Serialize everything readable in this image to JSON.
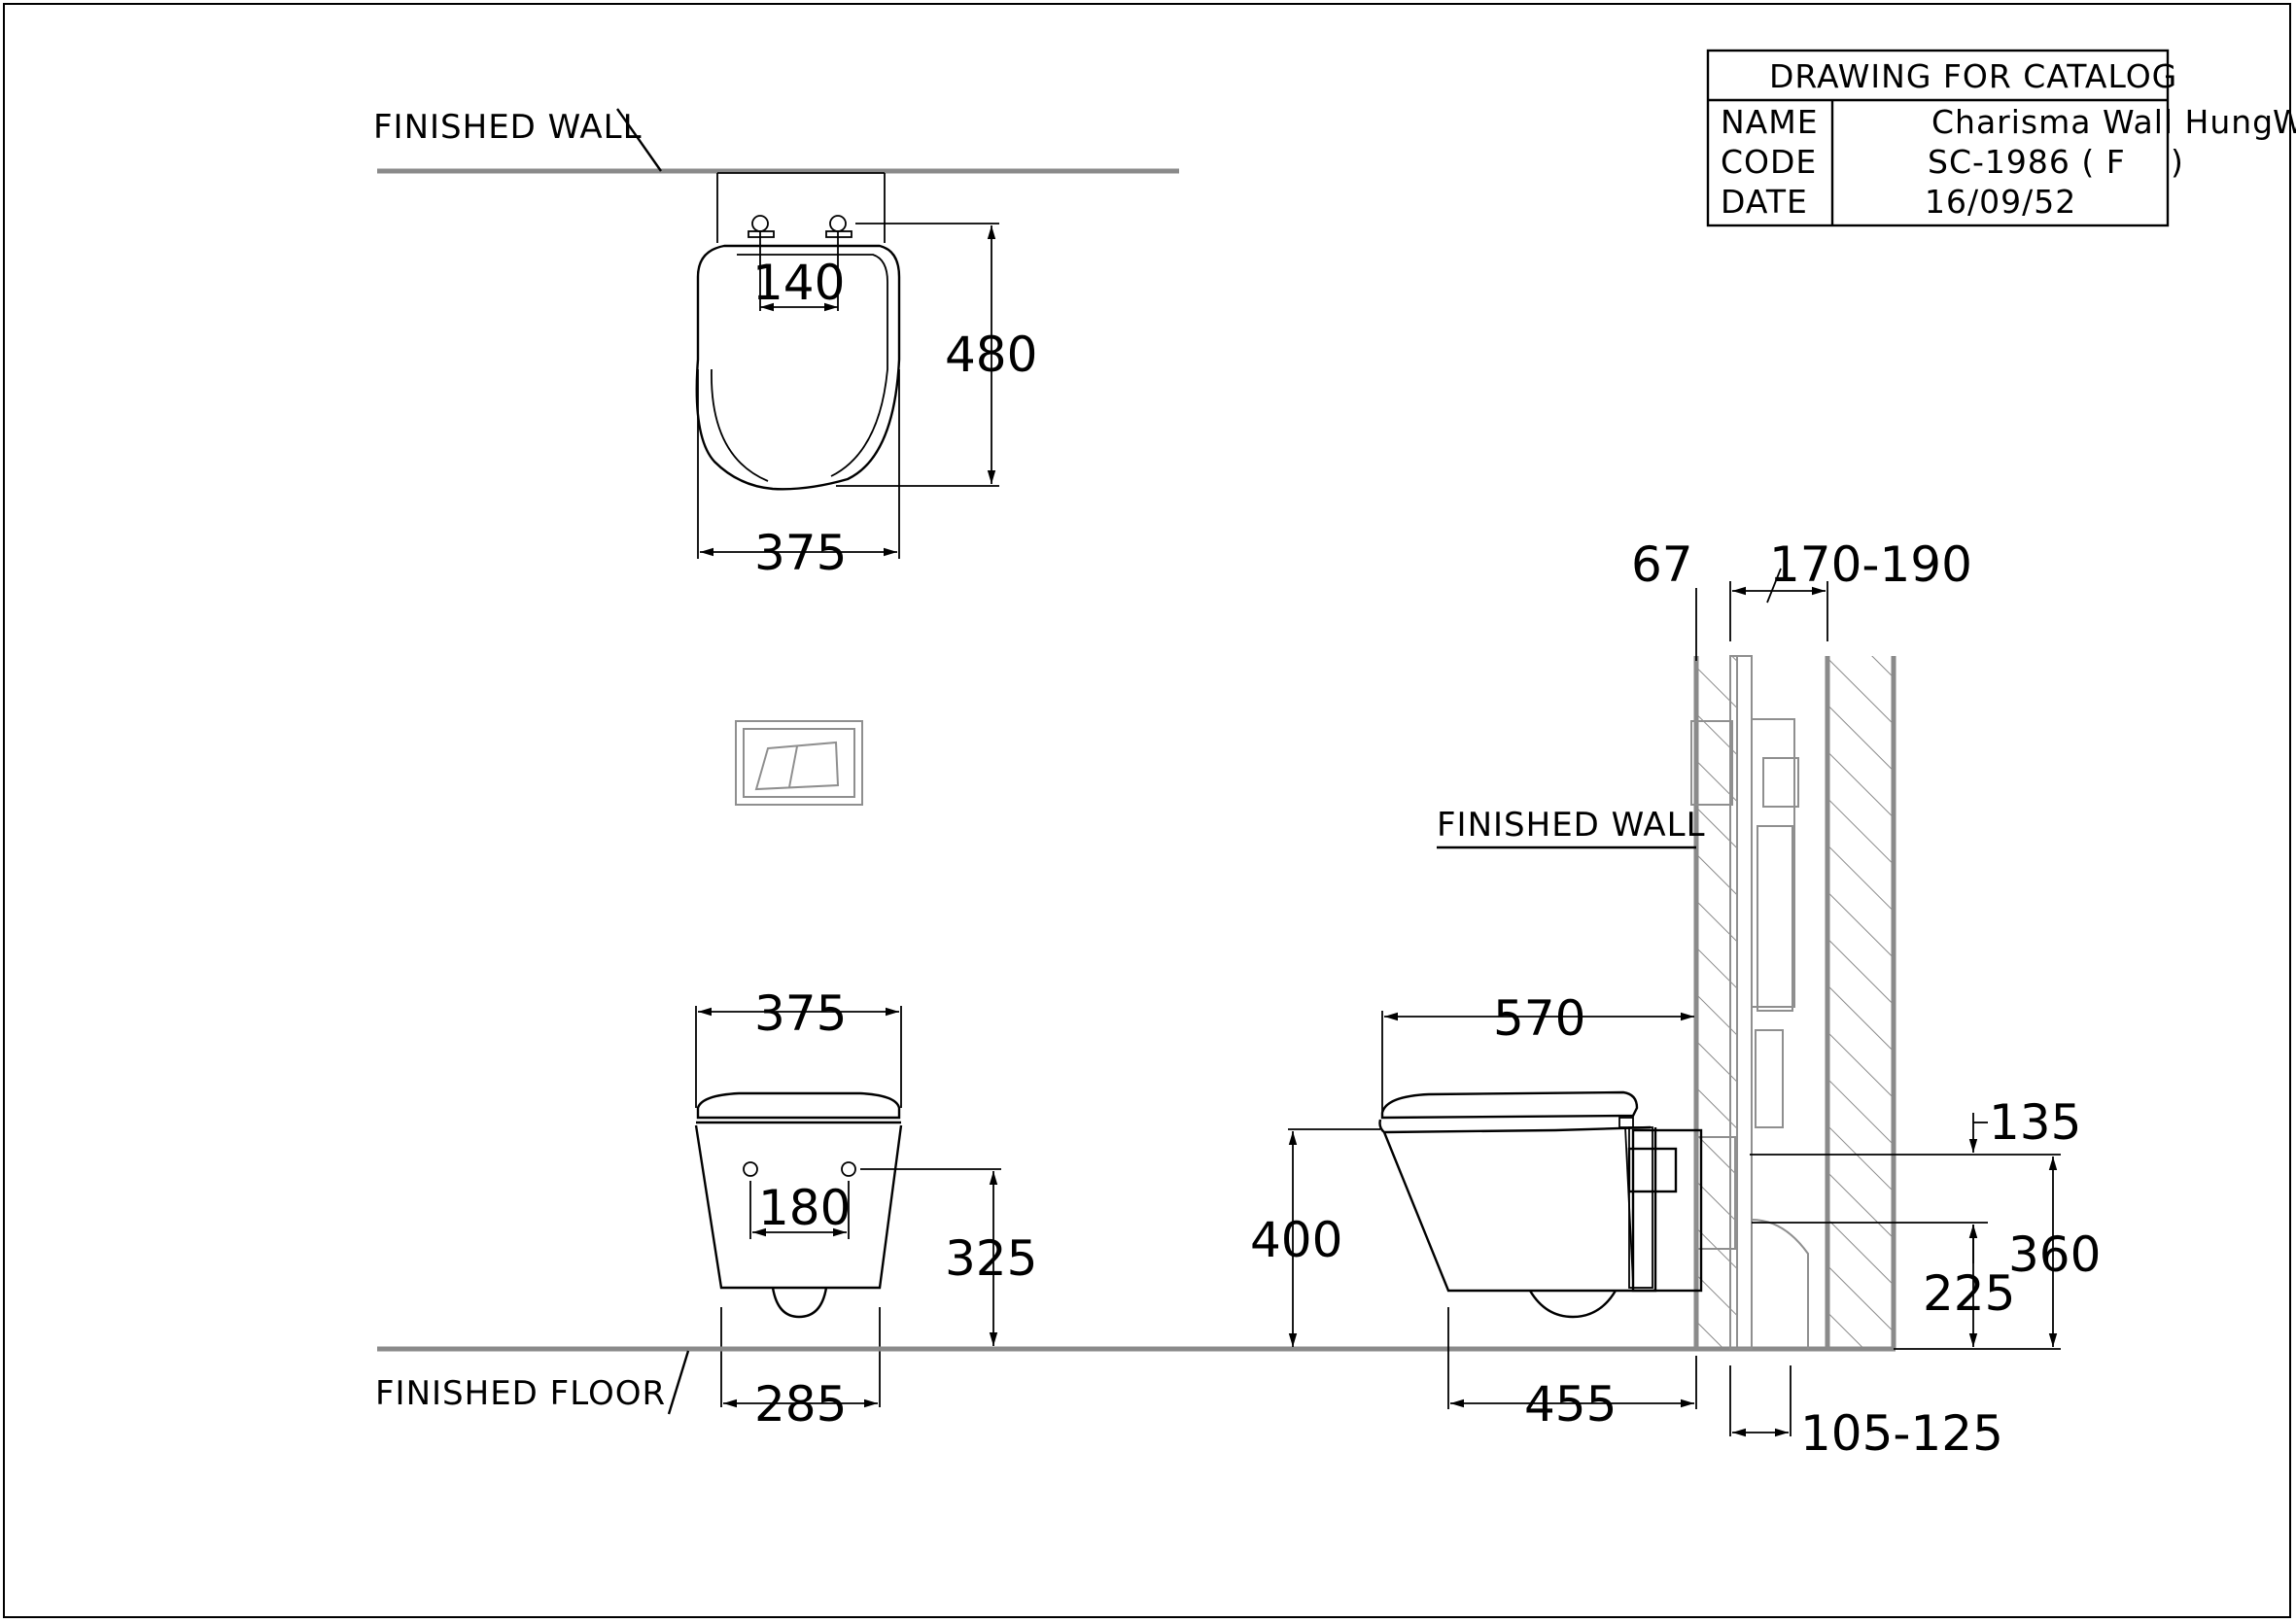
{
  "title_block": {
    "heading": "DRAWING FOR CATALOG",
    "name_label": "NAME",
    "name_value": "Charisma Wall Hung",
    "name_overflow": "W",
    "code_label": "CODE",
    "code_value": "SC-1986 ( F",
    "code_overflow": ")",
    "date_label": "DATE",
    "date_value": "16/09/52"
  },
  "labels": {
    "finished_wall_top": "FINISHED WALL",
    "finished_wall_side": "FINISHED WALL",
    "finished_floor": "FINISHED FLOOR"
  },
  "dimensions": {
    "top_hinge_spacing": "140",
    "top_depth": "480",
    "top_width": "375",
    "front_width": "375",
    "front_bolt_spacing": "180",
    "front_bolt_height": "325",
    "front_base_width": "285",
    "side_length": "570",
    "side_height": "400",
    "side_base_length": "455",
    "wall_lining": "67",
    "frame_depth": "170-190",
    "inlet_offset": "135",
    "outlet_height": "225",
    "inlet_height": "360",
    "outlet_depth": "105-125"
  },
  "colors": {
    "line": "#000000",
    "wall_grey": "#8a8a8a"
  }
}
